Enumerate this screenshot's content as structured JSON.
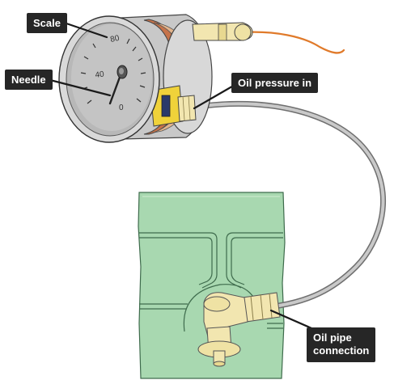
{
  "labels": {
    "scale": "Scale",
    "needle": "Needle",
    "oil_pressure_in": "Oil pressure in",
    "oil_pipe_connection_line1": "Oil pipe",
    "oil_pipe_connection_line2": "connection"
  },
  "dial_marks": [
    "80",
    "40",
    "0"
  ],
  "colors": {
    "callout_bg": "#262626",
    "callout_text": "#ffffff",
    "engine_block": "#a8d8b0",
    "engine_lines": "#3e6b4c",
    "gauge_body": "#d9d9d9",
    "gauge_face": "#b8b8b8",
    "sender_brass": "#f2e6b0",
    "copper_wire": "#e07a2a",
    "pipe": "#9a9a9a"
  }
}
